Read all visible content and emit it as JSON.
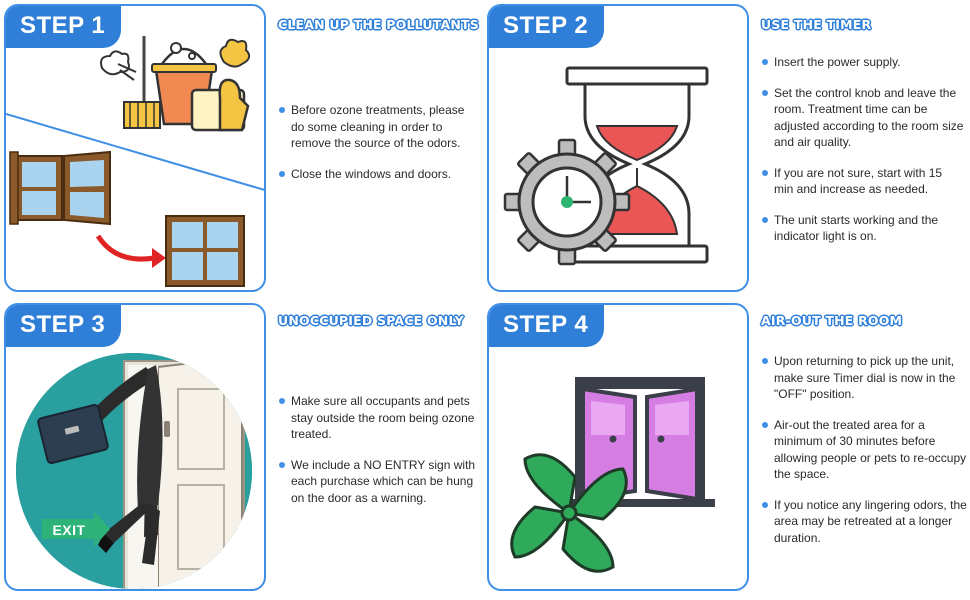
{
  "steps": [
    {
      "label": "STEP 1",
      "title": "CLEAN UP THE POLLUTANTS",
      "bullets": [
        "Before ozone treatments, please do some cleaning in order to remove the source of the odors.",
        "Close the windows and doors."
      ]
    },
    {
      "label": "STEP 2",
      "title": "USE THE TIMER",
      "bullets": [
        "Insert the power supply.",
        "Set the control knob and leave the room. Treatment time can be adjusted according to the room size and air quality.",
        "If you are not sure, start with 15 min and increase as needed.",
        "The unit starts working and the indicator light is on."
      ]
    },
    {
      "label": "STEP 3",
      "title": "UNOCCUPIED SPACE ONLY",
      "bullets": [
        "Make sure all occupants and pets stay outside the room being ozone treated.",
        "We include a NO ENTRY sign with each purchase which can be hung on the door as a warning."
      ],
      "exit_sign": "EXIT"
    },
    {
      "label": "STEP 4",
      "title": "AIR-OUT THE ROOM",
      "bullets": [
        "Upon returning to pick up the unit, make sure Timer dial is now in the \"OFF\" position.",
        "Air-out the treated area for a minimum of 30 minutes before allowing people or pets to re-occupy the space.",
        "If you notice any lingering odors, the area may be retreated at a longer duration."
      ]
    }
  ],
  "colors": {
    "accent": "#2f7fd9",
    "border": "#3f8fe6"
  }
}
